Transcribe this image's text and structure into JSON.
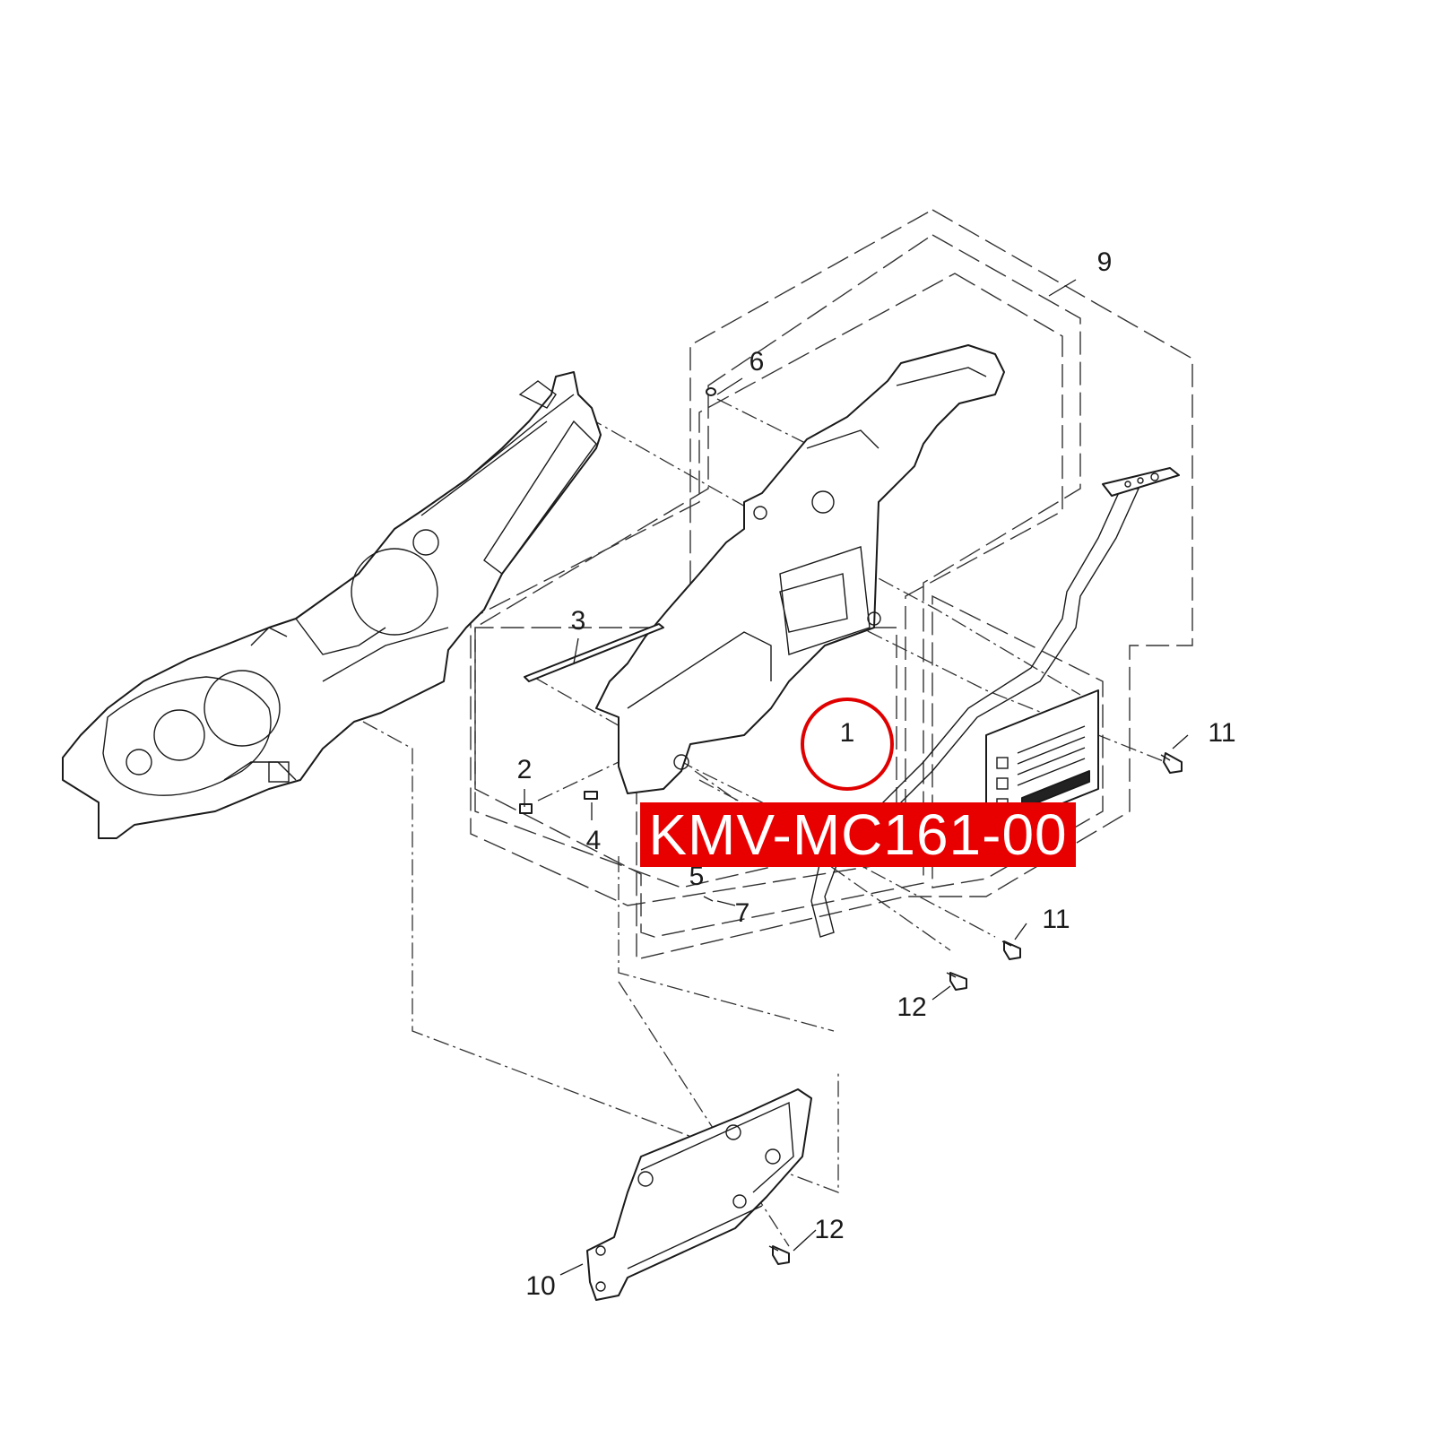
{
  "diagram": {
    "part_number": "KMV-MC161-00",
    "callouts": [
      {
        "id": "c1",
        "text": "1"
      },
      {
        "id": "c2",
        "text": "2"
      },
      {
        "id": "c3",
        "text": "3"
      },
      {
        "id": "c4",
        "text": "4"
      },
      {
        "id": "c5",
        "text": "5"
      },
      {
        "id": "c6",
        "text": "6"
      },
      {
        "id": "c7",
        "text": "7"
      },
      {
        "id": "c9",
        "text": "9"
      },
      {
        "id": "c10",
        "text": "10"
      },
      {
        "id": "c11a",
        "text": "11"
      },
      {
        "id": "c11b",
        "text": "11"
      },
      {
        "id": "c12a",
        "text": "12"
      },
      {
        "id": "c12b",
        "text": "12"
      }
    ],
    "colors": {
      "banner_background": "#e80000",
      "banner_text": "#ffffff",
      "highlight_circle": "#e00000",
      "line_art": "#1a1a1a"
    },
    "highlighted_callout": "1"
  }
}
